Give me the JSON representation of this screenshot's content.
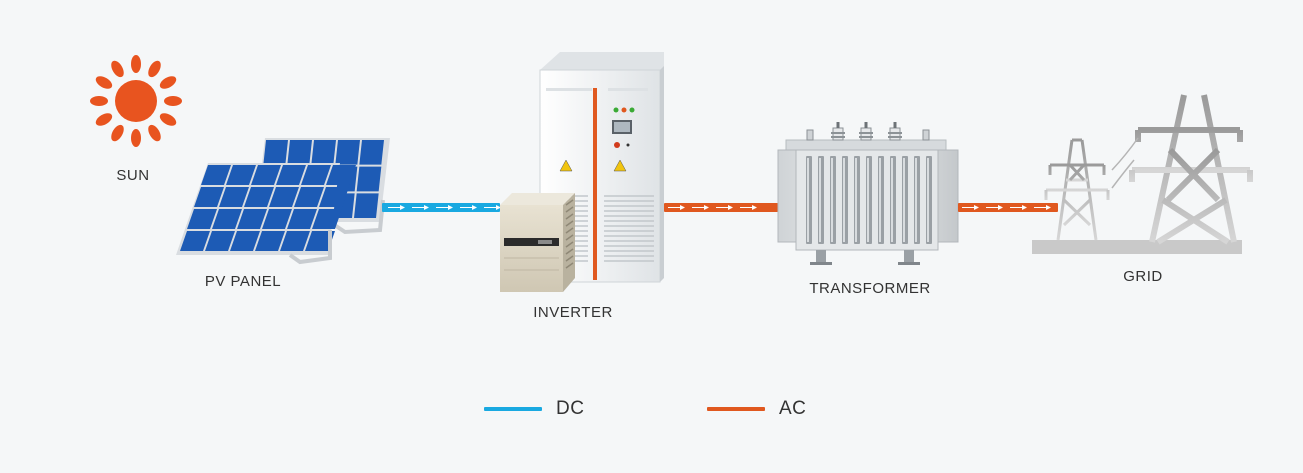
{
  "labels": {
    "sun": "SUN",
    "pv_panel": "PV PANEL",
    "inverter": "INVERTER",
    "transformer": "TRANSFORMER",
    "grid": "GRID"
  },
  "legend": [
    {
      "label": "DC",
      "color": "#19a9e1"
    },
    {
      "label": "AC",
      "color": "#e0581f"
    }
  ],
  "colors": {
    "sun": "#e8541f",
    "panel": "#1d5bb5",
    "dc_line": "#19a9e1",
    "ac_line": "#e0581f",
    "pylon": "#8a8a8a"
  },
  "icons": [
    "sun-icon",
    "pv-panel-icon",
    "inverter-icon",
    "transformer-icon",
    "grid-pylon-icon"
  ]
}
